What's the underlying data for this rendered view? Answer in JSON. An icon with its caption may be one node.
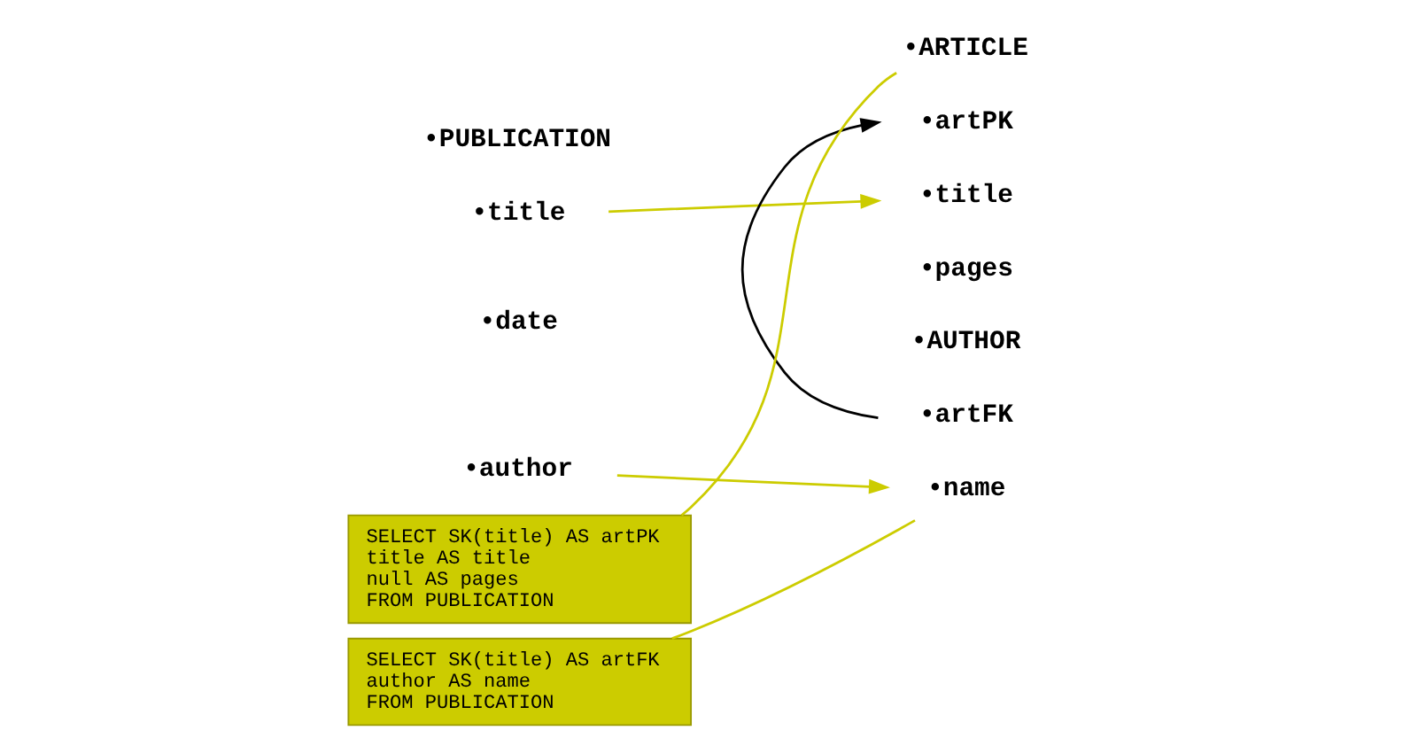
{
  "diagram": {
    "nodes": [
      {
        "text": [
          "•PUBLICATION"
        ]
      },
      {
        "text": [
          "•title"
        ]
      },
      {
        "text": [
          "•date"
        ]
      },
      {
        "text": [
          "•author"
        ]
      },
      {
        "text": [
          "•ARTICLE"
        ]
      },
      {
        "text": [
          "•artPK"
        ]
      },
      {
        "text": [
          "•title"
        ]
      },
      {
        "text": [
          "•pages"
        ]
      },
      {
        "text": [
          "•AUTHOR"
        ]
      },
      {
        "text": [
          "•artFK"
        ]
      },
      {
        "text": [
          "•name"
        ]
      },
      {
        "text": [
          "SELECT SK(title) AS artPK",
          "title AS title",
          "null AS pages",
          "FROM PUBLICATION"
        ]
      },
      {
        "text": [
          "SELECT SK(title) AS artFK",
          "author AS name",
          "FROM PUBLICATION"
        ]
      }
    ],
    "edges": [
      {
        "from": 1,
        "to": 6,
        "arrow": "to",
        "color": "#cccc00"
      },
      {
        "from": 3,
        "to": 10,
        "arrow": "to",
        "color": "#cccc00"
      },
      {
        "from": 9,
        "to": 5,
        "arrow": "to",
        "color": "#000000"
      },
      {
        "from": 11,
        "to": 4,
        "arrow": "none",
        "color": "#cccc00"
      },
      {
        "from": 12,
        "to": 10,
        "arrow": "none",
        "color": "#cccc00"
      }
    ]
  }
}
